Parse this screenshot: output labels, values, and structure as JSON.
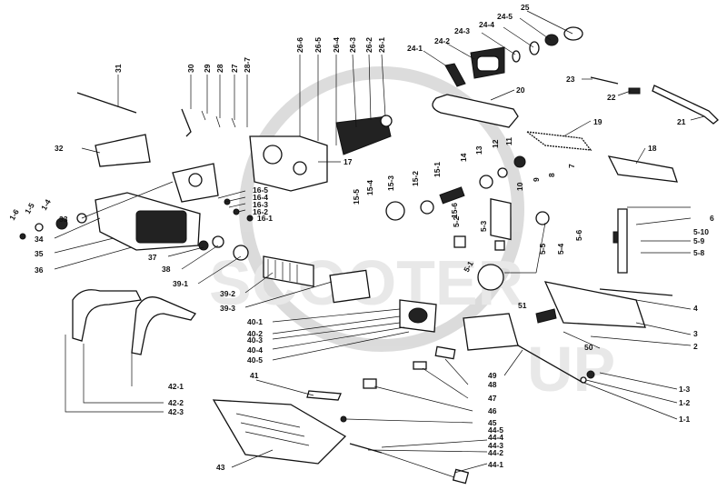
{
  "watermark": {
    "text": "SCOOTER",
    "logo_letters": "UP"
  },
  "labels": [
    "25",
    "24-5",
    "24-4",
    "24-3",
    "24-2",
    "24-1",
    "20",
    "23",
    "22",
    "21",
    "19",
    "18",
    "31",
    "30",
    "29",
    "28",
    "27",
    "28-7",
    "26-6",
    "26-5",
    "26-4",
    "26-3",
    "26-2",
    "26-1",
    "17",
    "32",
    "33",
    "34",
    "35",
    "36",
    "1-6",
    "1-5",
    "1-4",
    "1-3",
    "1-2",
    "1-1",
    "16-5",
    "16-4",
    "16-3",
    "16-2",
    "16-1",
    "37",
    "38",
    "39-1",
    "39-2",
    "39-3",
    "40-1",
    "40-2",
    "40-3",
    "40-4",
    "40-5",
    "15-1",
    "15-2",
    "15-3",
    "15-4",
    "15-5",
    "15-6",
    "14",
    "13",
    "12",
    "11",
    "10",
    "9",
    "8",
    "7",
    "6",
    "5-10",
    "5-9",
    "5-8",
    "5-1",
    "5-2",
    "5-3",
    "5-4",
    "5-5",
    "5-6",
    "51",
    "4",
    "3",
    "2",
    "50",
    "49",
    "48",
    "47",
    "46",
    "45",
    "44-5",
    "44-4",
    "44-3",
    "44-2",
    "44-1",
    "43",
    "42-1",
    "42-2",
    "42-3",
    "41"
  ]
}
